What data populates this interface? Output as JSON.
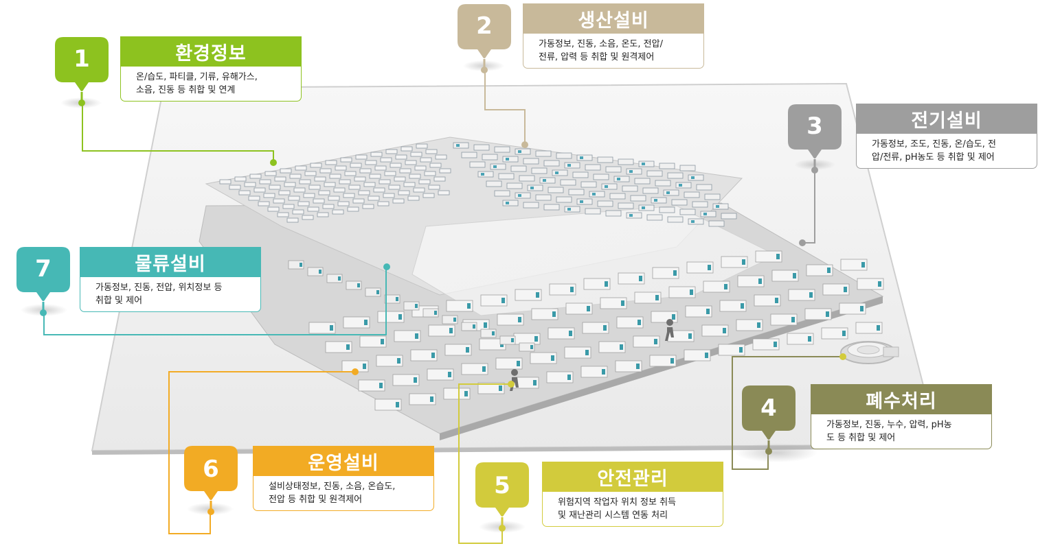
{
  "colors": {
    "c1": "#8dc21f",
    "c2": "#c8b99a",
    "c3": "#9e9e9e",
    "c4": "#8a8a56",
    "c5": "#d2cb3c",
    "c6": "#f2ab24",
    "c7": "#46b8b5"
  },
  "items": [
    {
      "num": "1",
      "title": "환경정보",
      "line1": "온/습도, 파티클, 기류, 유해가스,",
      "line2": "소음, 진동 등 취합 및 연계",
      "icon": "location-pin-icon"
    },
    {
      "num": "2",
      "title": "생산설비",
      "line1": "가동정보, 진동, 소음, 온도, 전압/",
      "line2": "전류, 압력 등 취합 및 원격제어",
      "icon": "location-pin-icon"
    },
    {
      "num": "3",
      "title": "전기설비",
      "line1": "가동정보, 조도, 진동, 온/습도, 전",
      "line2": "압/전류, pH농도 등 취합 및 제어",
      "icon": "location-pin-icon"
    },
    {
      "num": "4",
      "title": "폐수처리",
      "line1": "가동정보, 진동, 누수, 압력, pH농",
      "line2": "도 등 취합 및 제어",
      "icon": "location-pin-icon"
    },
    {
      "num": "5",
      "title": "안전관리",
      "line1": "위험지역 작업자 위치 정보 취득",
      "line2": "및 재난관리 시스템 연동 처리",
      "icon": "location-pin-icon"
    },
    {
      "num": "6",
      "title": "운영설비",
      "line1": "설비상태정보, 진동, 소음, 온습도,",
      "line2": "전압 등 취합 및 원격제어",
      "icon": "location-pin-icon"
    },
    {
      "num": "7",
      "title": "물류설비",
      "line1": "가동정보, 진동, 전압, 위치정보 등",
      "line2": "취합 및 제어",
      "icon": "location-pin-icon"
    }
  ]
}
